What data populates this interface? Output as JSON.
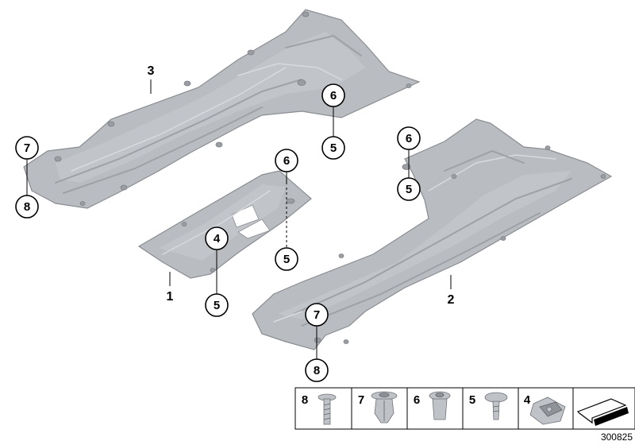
{
  "diagram": {
    "parts": [
      {
        "id": "panel-1",
        "label": "1"
      },
      {
        "id": "panel-2",
        "label": "2"
      },
      {
        "id": "panel-3",
        "label": "3"
      }
    ],
    "callouts": {
      "c7_left": "7",
      "c8_left": "8",
      "c6_top": "6",
      "c5_top": "5",
      "c6_mid": "6",
      "c5_mid": "5",
      "c4_mid": "4",
      "c5_lower": "5",
      "c6_right": "6",
      "c5_right": "5",
      "c7_bottom": "7",
      "c8_bottom": "8"
    },
    "legend": {
      "items": [
        {
          "number": "8",
          "icon": "screw-icon"
        },
        {
          "number": "7",
          "icon": "expanding-rivet-icon"
        },
        {
          "number": "6",
          "icon": "expansion-nut-icon"
        },
        {
          "number": "5",
          "icon": "clip-icon"
        },
        {
          "number": "4",
          "icon": "u-nut-icon"
        },
        {
          "number": "",
          "icon": "reference-arrow-icon"
        }
      ]
    },
    "document_id": "300825"
  }
}
